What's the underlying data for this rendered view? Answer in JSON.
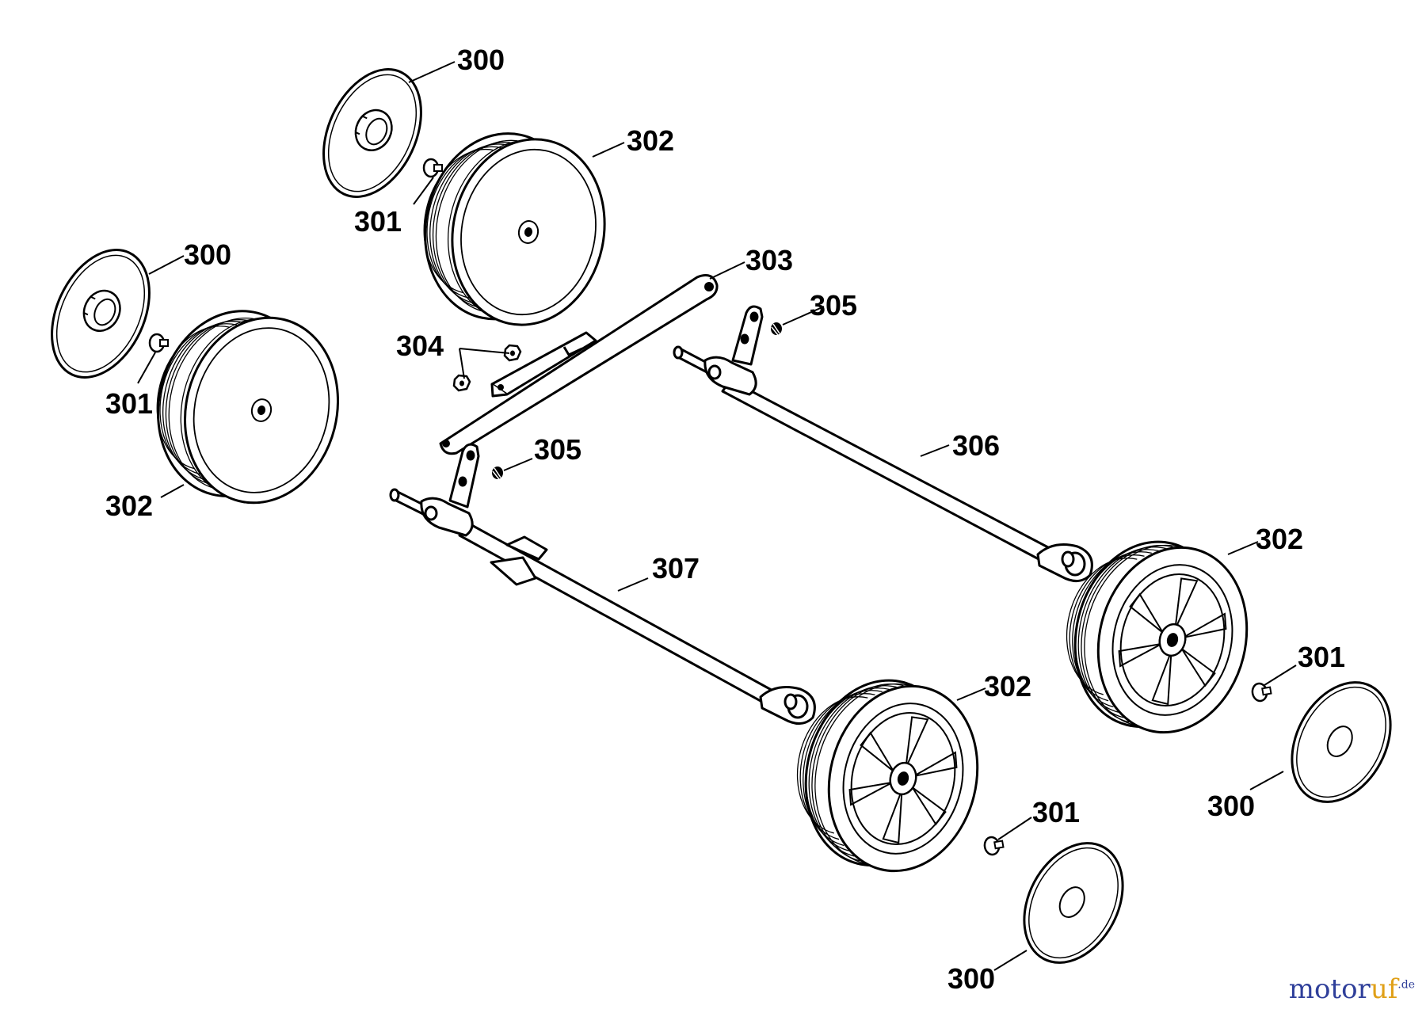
{
  "callouts": {
    "top_left": {
      "cap": "300",
      "bolt": "301",
      "wheel": "302"
    },
    "upper_left": {
      "cap": "300",
      "bolt": "301",
      "wheel": "302"
    },
    "right_rear": {
      "cap": "300",
      "bolt": "301",
      "wheel": "302"
    },
    "right_front": {
      "cap": "300",
      "bolt": "301",
      "wheel": "302"
    },
    "linkage": "303",
    "nuts": "304",
    "spring_upper": "305",
    "spring_lower": "305",
    "axle_rear": "306",
    "axle_front": "307"
  },
  "watermark": {
    "part1": "motor",
    "part2": "uf",
    "suffix": ".de",
    "colors": {
      "motor": "#2f3f9a",
      "uf": "#e0a018"
    }
  }
}
